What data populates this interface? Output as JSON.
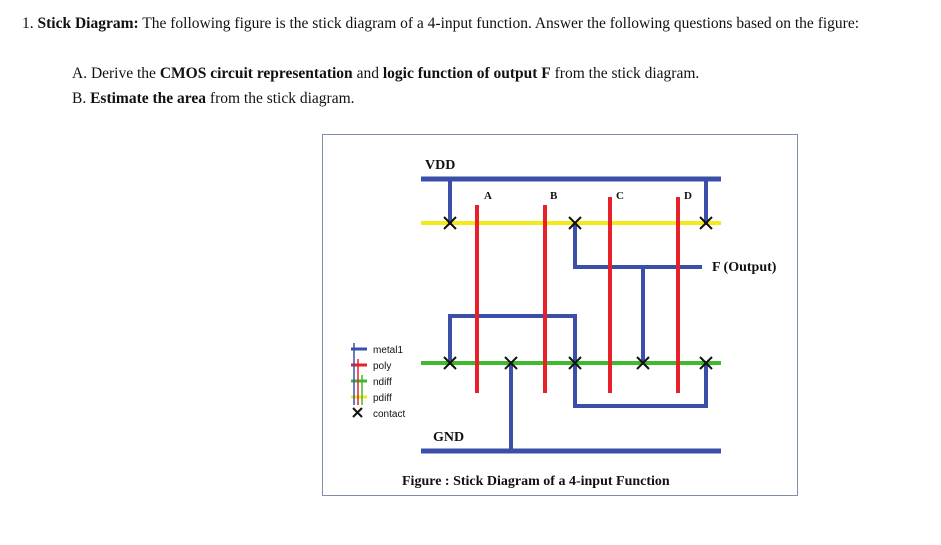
{
  "question": {
    "number": "1.",
    "title": "Stick Diagram:",
    "intro": "The following figure is the stick diagram of a 4-input function. Answer the following questions based on the figure:",
    "part_a": {
      "label": "A. Derive the",
      "term1": "CMOS circuit representation",
      "mid": "and",
      "term2": "logic function of output F",
      "tail": "from the stick diagram."
    },
    "part_b": {
      "label": "B.",
      "term": "Estimate the area",
      "tail": "from the stick diagram."
    }
  },
  "figure": {
    "vdd_label": "VDD",
    "gnd_label": "GND",
    "output_label": "F (Output)",
    "inputs": [
      "A",
      "B",
      "C",
      "D"
    ],
    "caption": "Figure : Stick Diagram of a 4-input Function",
    "legend": [
      {
        "label": "metal1",
        "color": "#3b4fa8"
      },
      {
        "label": "poly",
        "color": "#e8202a"
      },
      {
        "label": "ndiff",
        "color": "#3fba2e"
      },
      {
        "label": "pdiff",
        "color": "#f2ea1a"
      },
      {
        "label": "contact",
        "symbol": "x-icon"
      }
    ],
    "colors": {
      "metal1": "#3b4fa8",
      "poly": "#e8202a",
      "ndiff": "#3fba2e",
      "pdiff": "#f2ea1a",
      "contact": "#111111"
    }
  }
}
